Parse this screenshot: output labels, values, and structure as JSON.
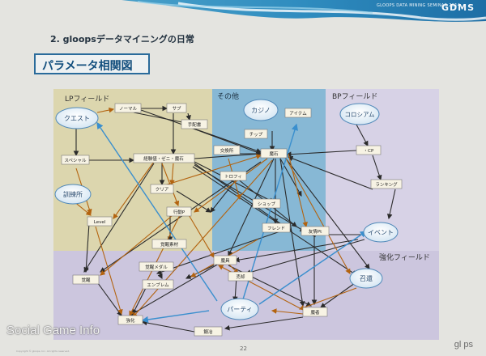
{
  "header": {
    "event_text": "GLOOPS DATA MINING SEMINAR 2014",
    "logo": "GDMS"
  },
  "slide": {
    "subtitle": "2. gloopsデータマイニングの日常",
    "title": "パラメータ相関図",
    "page_number": "22"
  },
  "footer": {
    "watermark": "Social Game Info",
    "company_logo": "gl ps",
    "copyright": "Copyright © gloops, Inc. All rights reserved."
  },
  "regions": {
    "lp": "LPフィールド",
    "other": "その他",
    "bp": "BPフィールド",
    "enhance": "強化フィールド"
  },
  "nodes": {
    "quest": "クエスト",
    "training": "訓練所",
    "casino": "カジノ",
    "colosseum": "コロシアム",
    "event": "イベント",
    "summon": "召還",
    "party": "パーティ",
    "normal": "ノーマル",
    "sub": "サブ",
    "hand": "手配書",
    "special": "スペシャル",
    "exp_money": "経験値・ゼニ・魔石",
    "clear": "クリア",
    "sp": "行動P",
    "level": "Level",
    "material": "覚醒素材",
    "tip": "チップ",
    "item": "アイテム",
    "exchange": "交換所",
    "stone": "魔石",
    "trophy": "トロフィ",
    "shop": "ショップ",
    "friend": "フレンド",
    "friend_pt": "友情Pt",
    "cp": "・CP",
    "ranking": "ランキング",
    "awaken": "覚醒",
    "awaken_medal": "覚醒メダル",
    "emblem": "エンブレム",
    "gear": "魔具",
    "sell": "売却",
    "enhance": "強化",
    "beast": "魔者",
    "boss": "鍛冶"
  }
}
